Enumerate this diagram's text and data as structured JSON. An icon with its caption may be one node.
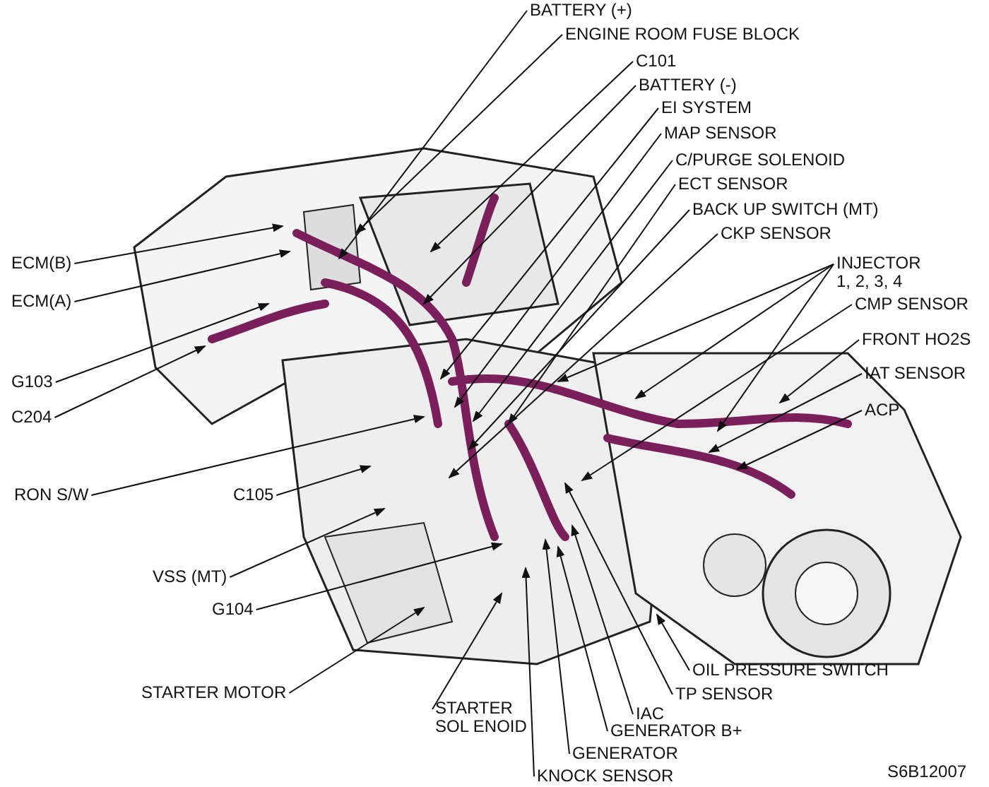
{
  "diagram": {
    "nodes": [
      {
        "text": [
          "BATTERY (+)"
        ]
      },
      {
        "text": [
          "ENGINE ROOM FUSE BLOCK"
        ]
      },
      {
        "text": [
          "C101"
        ]
      },
      {
        "text": [
          "BATTERY (-)"
        ]
      },
      {
        "text": [
          "EI SYSTEM"
        ]
      },
      {
        "text": [
          "MAP SENSOR"
        ]
      },
      {
        "text": [
          "C/PURGE SOLENOID"
        ]
      },
      {
        "text": [
          "ECT SENSOR"
        ]
      },
      {
        "text": [
          "BACK UP SWITCH (MT)"
        ]
      },
      {
        "text": [
          "CKP SENSOR"
        ]
      },
      {
        "text": [
          "ECM(B)"
        ]
      },
      {
        "text": [
          "INJECTOR 1, 2, 3, 4"
        ]
      },
      {
        "text": [
          "ECM(A)"
        ]
      },
      {
        "text": [
          "CMP SENSOR"
        ]
      },
      {
        "text": [
          "FRONT HO2S"
        ]
      },
      {
        "text": [
          "IAT SENSOR"
        ]
      },
      {
        "text": [
          "G103"
        ]
      },
      {
        "text": [
          "ACP"
        ]
      },
      {
        "text": [
          "C204"
        ]
      },
      {
        "text": [
          "RON S/W"
        ]
      },
      {
        "text": [
          "C105"
        ]
      },
      {
        "text": [
          "VSS (MT)"
        ]
      },
      {
        "text": [
          "G104"
        ]
      },
      {
        "text": [
          "OIL PRESSURE SWITCH"
        ]
      },
      {
        "text": [
          "STARTER MOTOR"
        ]
      },
      {
        "text": [
          "TP SENSOR"
        ]
      },
      {
        "text": [
          "STARTER SOL ENOID"
        ]
      },
      {
        "text": [
          "IAC"
        ]
      },
      {
        "text": [
          "GENERATOR B+"
        ]
      },
      {
        "text": [
          "GENERATOR"
        ]
      },
      {
        "text": [
          "KNOCK SENSOR"
        ]
      }
    ],
    "edges": [
      {
        "from": 0,
        "to": null,
        "arrow": "to"
      },
      {
        "from": 1,
        "to": null,
        "arrow": "to"
      },
      {
        "from": 2,
        "to": null,
        "arrow": "to"
      },
      {
        "from": 3,
        "to": null,
        "arrow": "to"
      },
      {
        "from": 4,
        "to": null,
        "arrow": "to"
      },
      {
        "from": 5,
        "to": null,
        "arrow": "to"
      },
      {
        "from": 6,
        "to": null,
        "arrow": "to"
      },
      {
        "from": 7,
        "to": null,
        "arrow": "to"
      },
      {
        "from": 8,
        "to": null,
        "arrow": "to"
      },
      {
        "from": 9,
        "to": null,
        "arrow": "to"
      },
      {
        "from": 10,
        "to": null,
        "arrow": "to"
      },
      {
        "from": 11,
        "to": null,
        "arrow": "to"
      },
      {
        "from": 11,
        "to": null,
        "arrow": "to"
      },
      {
        "from": 11,
        "to": null,
        "arrow": "to"
      },
      {
        "from": 12,
        "to": null,
        "arrow": "to"
      },
      {
        "from": 13,
        "to": null,
        "arrow": "to"
      },
      {
        "from": 14,
        "to": null,
        "arrow": "to"
      },
      {
        "from": 15,
        "to": null,
        "arrow": "to"
      },
      {
        "from": 16,
        "to": null,
        "arrow": "to"
      },
      {
        "from": 17,
        "to": null,
        "arrow": "to"
      },
      {
        "from": 18,
        "to": null,
        "arrow": "to"
      },
      {
        "from": 19,
        "to": null,
        "arrow": "to"
      },
      {
        "from": 20,
        "to": null,
        "arrow": "to"
      },
      {
        "from": 21,
        "to": null,
        "arrow": "to"
      },
      {
        "from": 22,
        "to": null,
        "arrow": "to"
      },
      {
        "from": 23,
        "to": null,
        "arrow": "to"
      },
      {
        "from": 24,
        "to": null,
        "arrow": "to"
      },
      {
        "from": 25,
        "to": null,
        "arrow": "to"
      },
      {
        "from": 26,
        "to": null,
        "arrow": "to"
      },
      {
        "from": 27,
        "to": null,
        "arrow": "to"
      },
      {
        "from": 28,
        "to": null,
        "arrow": "to"
      },
      {
        "from": 29,
        "to": null,
        "arrow": "to"
      },
      {
        "from": 30,
        "to": null,
        "arrow": "to"
      }
    ],
    "labels": [
      "S6B12007"
    ]
  }
}
